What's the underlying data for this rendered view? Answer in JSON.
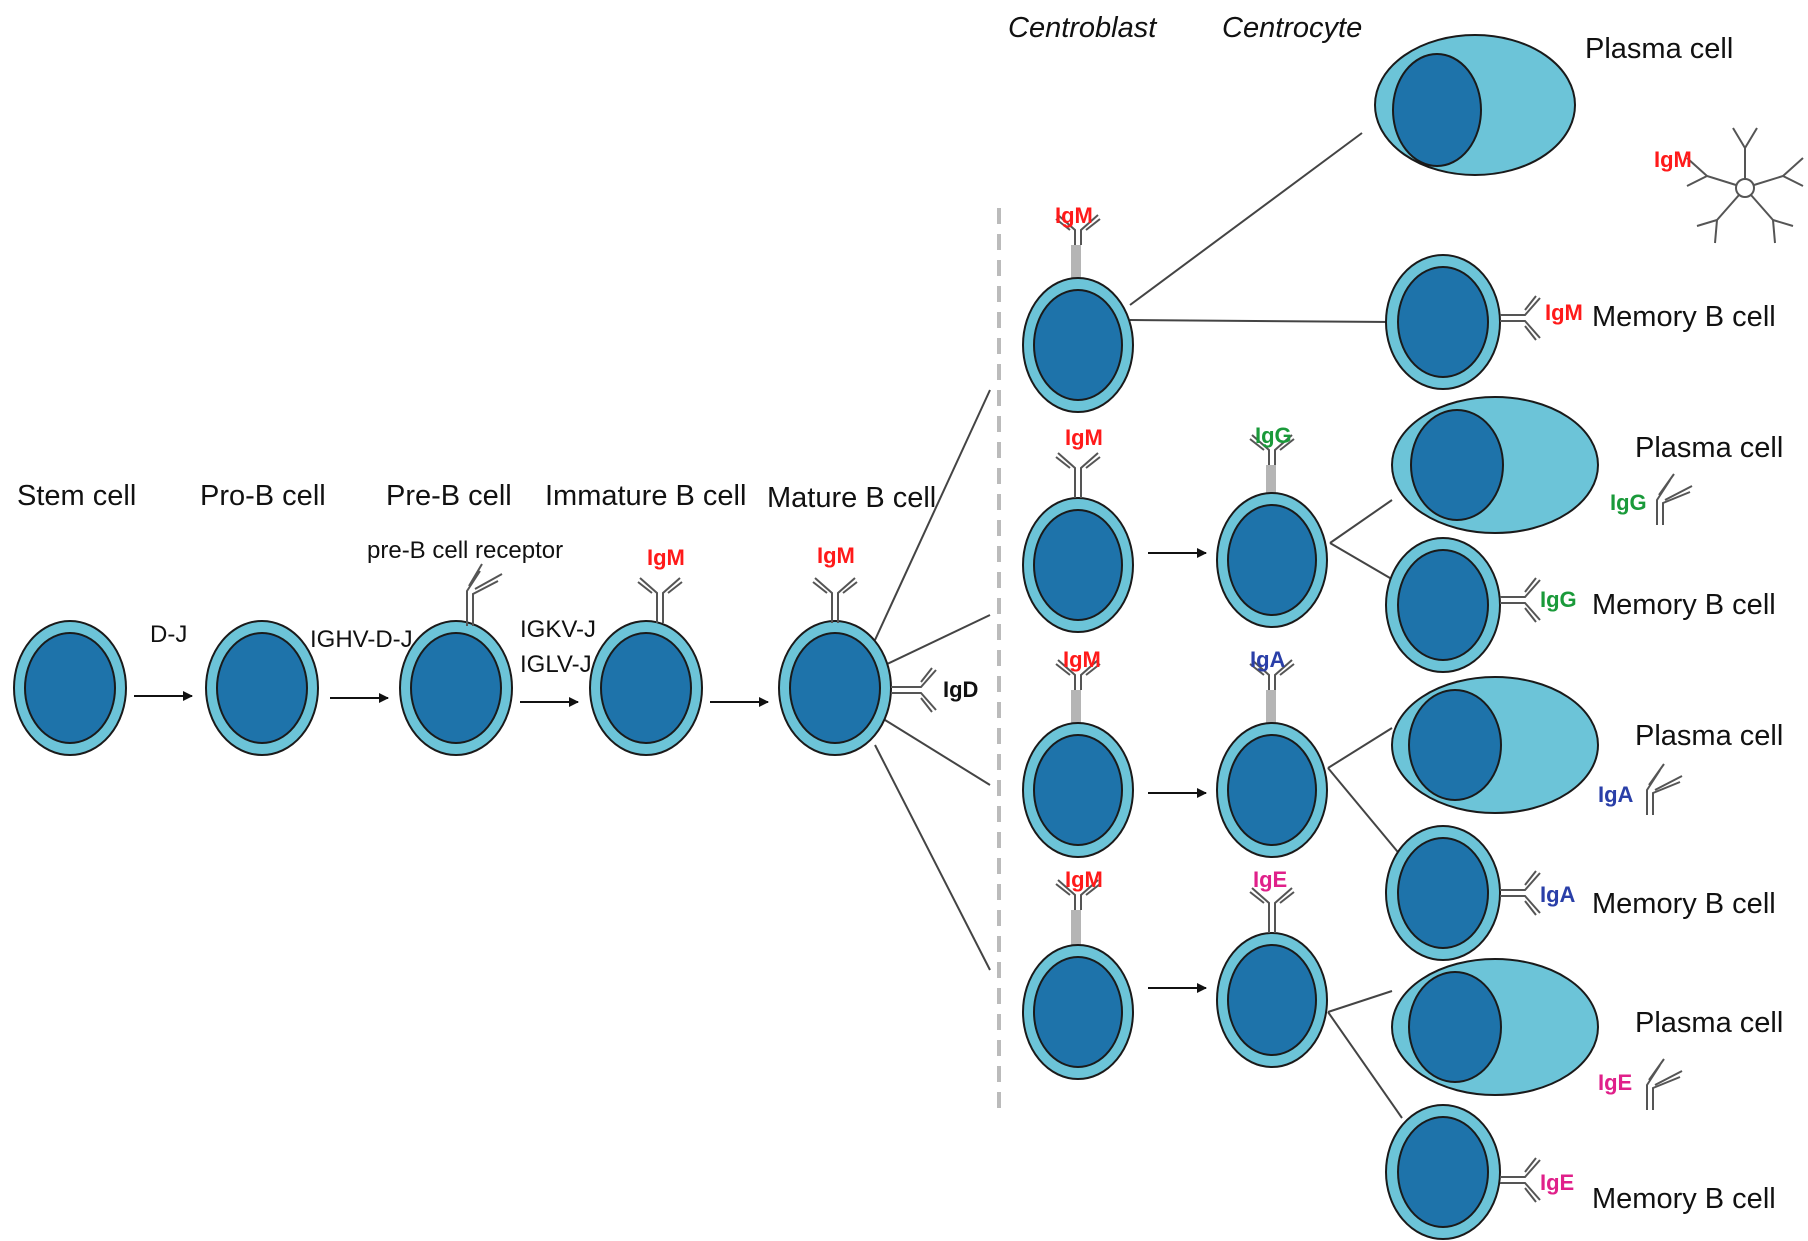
{
  "colors": {
    "membrane": "#6CC4D8",
    "nucleus": "#1E73AA",
    "outline": "#1a1a1a",
    "line": "#444444",
    "antibody": "#777777",
    "IgM": "#ff1a1a",
    "IgD": "#111111",
    "IgG": "#1a9a3a",
    "IgA": "#2a3fa8",
    "IgE": "#e0208a"
  },
  "stages": {
    "stem": "Stem cell",
    "pro_b": "Pro-B cell",
    "pre_b": "Pre-B cell",
    "immature": "Immature B cell",
    "mature": "Mature B cell"
  },
  "pre_b_receptor": "pre-B cell receptor",
  "steps": {
    "dj": "D-J",
    "vdj": "IGHV-D-J",
    "igkv": "IGKV-J",
    "iglv": "IGLV-J"
  },
  "germinal_center": {
    "centroblast": "Centroblast",
    "centrocyte": "Centrocyte"
  },
  "outcomes": {
    "plasma": "Plasma cell",
    "memory": "Memory B cell"
  },
  "isotypes": {
    "IgM": "IgM",
    "IgD": "IgD",
    "IgG": "IgG",
    "IgA": "IgA",
    "IgE": "IgE"
  }
}
